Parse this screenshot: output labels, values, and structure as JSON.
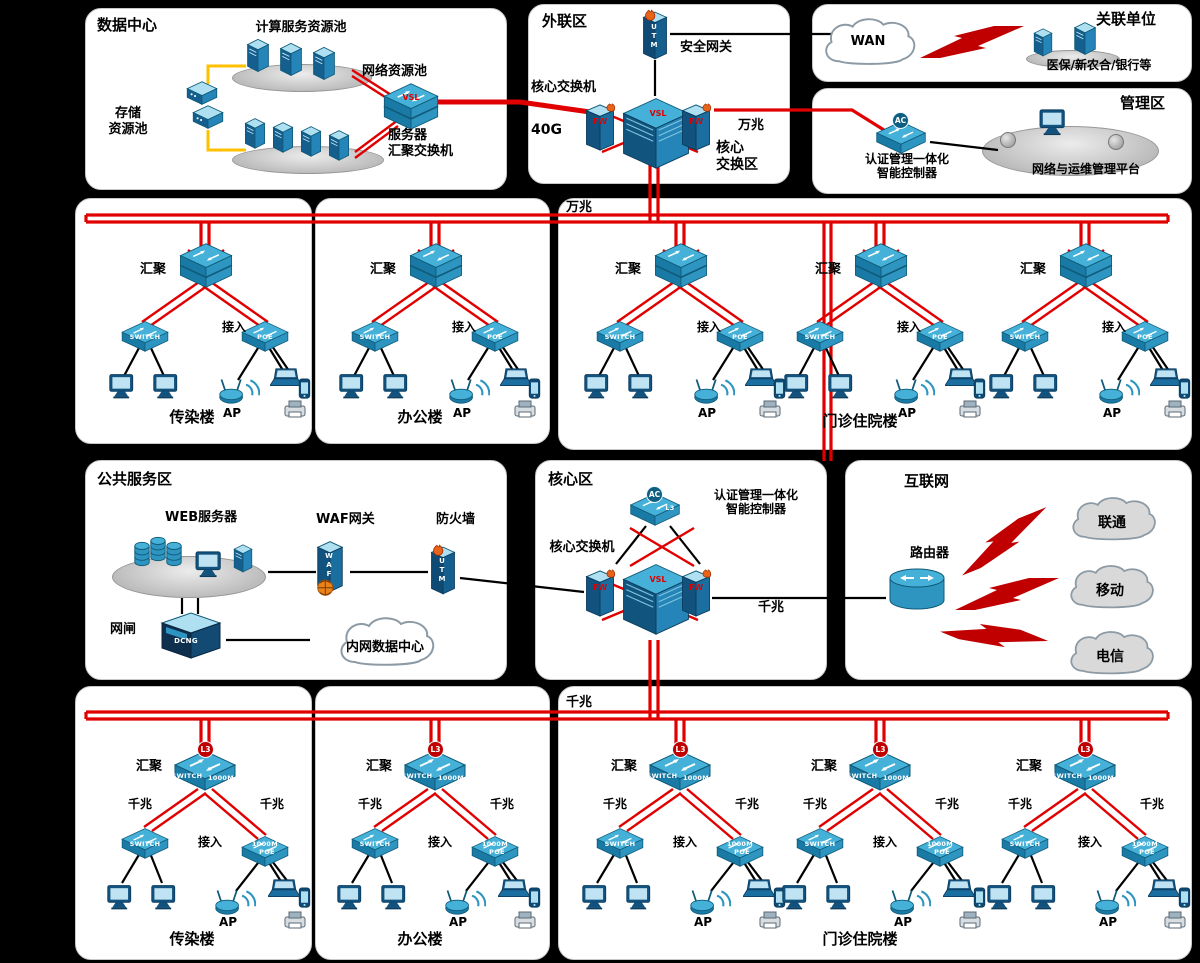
{
  "device_labels": {
    "switch": "SWITCH",
    "poe": "POE",
    "m1000": "1000M",
    "l3": "L3",
    "fw": "FW",
    "vsl": "VSL",
    "ac": "AC",
    "utm": "UTM",
    "waf": "WAF",
    "dcng": "DCNG",
    "wan": "WAN"
  },
  "zones": {
    "datacenter": {
      "title": "数据中心",
      "compute_pool": "计算服务资源池",
      "network_pool": "网络资源池",
      "storage_l1": "存储",
      "storage_l2": "资源池",
      "server_agg_l1": "服务器",
      "server_agg_l2": "汇聚交换机",
      "link_40g": "40G"
    },
    "external": {
      "title": "外联区",
      "gateway": "安全网关",
      "core_switch": "核心交换机",
      "core_area_l1": "核心",
      "core_area_l2": "交换区",
      "link_10g": "万兆"
    },
    "partners": {
      "title": "关联单位",
      "desc": "医保/新农合/银行等"
    },
    "management": {
      "title": "管理区",
      "controller_l1": "认证管理一体化",
      "controller_l2": "智能控制器",
      "platform": "网络与运维管理平台"
    },
    "public_service": {
      "title": "公共服务区",
      "web_server": "WEB服务器",
      "waf_gw": "WAF网关",
      "firewall": "防火墙",
      "gap": "网闸",
      "intranet_dc": "内网数据中心"
    },
    "core": {
      "title": "核心区",
      "controller_l1": "认证管理一体化",
      "controller_l2": "智能控制器",
      "core_switch": "核心交换机",
      "link_1g": "千兆"
    },
    "internet": {
      "title": "互联网",
      "router": "路由器",
      "cloud1": "联通",
      "cloud2": "移动",
      "cloud3": "电信"
    }
  },
  "bands": {
    "top": {
      "backbone_label": "万兆"
    },
    "bottom": {
      "backbone_label": "千兆"
    }
  },
  "buildings": {
    "b1": "传染楼",
    "b2": "办公楼",
    "b3": "门诊住院楼"
  },
  "group_labels": {
    "agg": "汇聚",
    "access": "接入",
    "ap": "AP",
    "gigabit": "千兆"
  }
}
